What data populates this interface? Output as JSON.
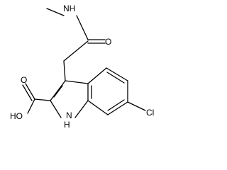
{
  "molecule": {
    "atom_labels": {
      "n_methyl": "NH",
      "carbonyl_oxygen": "O",
      "acid_hydroxyl": "HO",
      "acid_oxygen": "O",
      "indole_nh": "NH",
      "indole_h": "H",
      "chlorine": "Cl"
    },
    "colors": {
      "bond": "#000000",
      "text": "#000000",
      "background": "#ffffff"
    }
  }
}
